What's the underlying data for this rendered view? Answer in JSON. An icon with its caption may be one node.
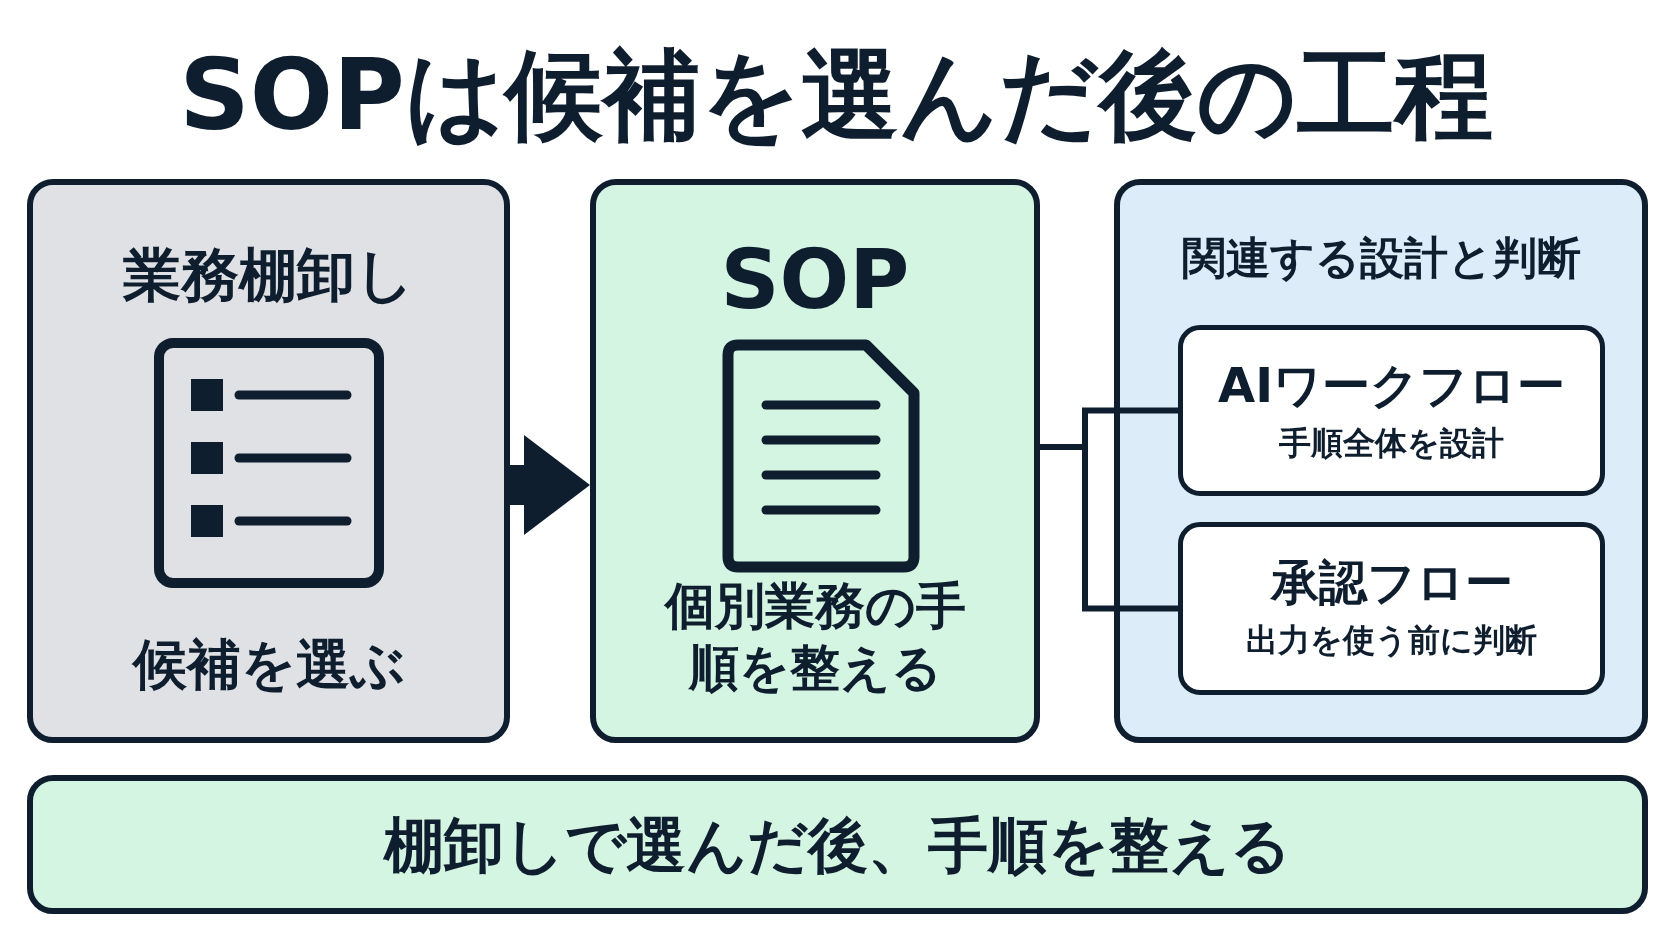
{
  "diagram": {
    "title": "SOPは候補を選んだ後の工程",
    "nodes": [
      {
        "text": [
          "業務棚卸し",
          "候補を選ぶ"
        ]
      },
      {
        "text": [
          "SOP",
          "個別業務の手順を整える"
        ]
      },
      {
        "text": [
          "関連する設計と判断"
        ]
      },
      {
        "text": [
          "AIワークフロー",
          "手順全体を設計"
        ],
        "in": 2
      },
      {
        "text": [
          "承認フロー",
          "出力を使う前に判断"
        ],
        "in": 2
      },
      {
        "text": [
          "棚卸しで選んだ後、手順を整える"
        ]
      }
    ],
    "edges": [
      {
        "from": 0,
        "to": 1,
        "arrow": "to",
        "style": "thick"
      },
      {
        "from": 1,
        "to": 3,
        "arrow": "none"
      },
      {
        "from": 1,
        "to": 4,
        "arrow": "none"
      }
    ]
  }
}
